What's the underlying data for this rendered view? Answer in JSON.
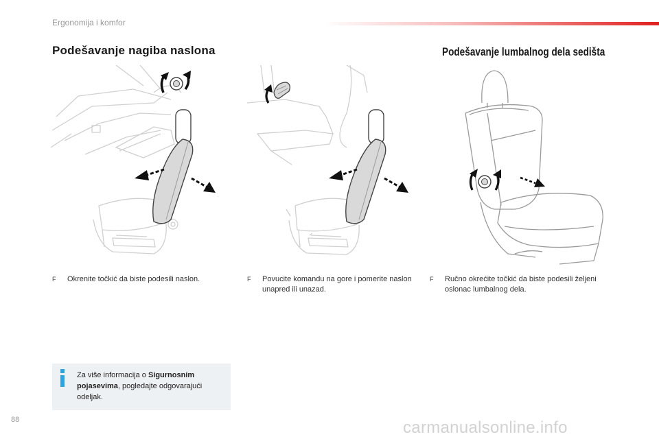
{
  "header": {
    "section": "Ergonomija i komfor"
  },
  "titles": {
    "left": "Podešavanje nagiba naslona",
    "right": "Podešavanje lumbalnog dela sedišta"
  },
  "bullet_mark": "F",
  "steps": [
    {
      "text": "Okrenite točkić da biste podesili naslon."
    },
    {
      "text": "Povucite komandu na gore i pomerite naslon unapred ili unazad."
    },
    {
      "text": "Ručno okrećite točkić da biste podesili željeni oslonac lumbalnog dela."
    }
  ],
  "info": {
    "prefix": "Za više informacija o ",
    "bold": "Sigurnosnim pojasevima",
    "suffix": ", pogledajte odgovarajući odeljak."
  },
  "page_number": "88",
  "watermark": "carmanualsonline.info",
  "colors": {
    "accent": "#e02020",
    "info_icon": "#2aa5e0",
    "info_bg": "#eef1f4"
  }
}
